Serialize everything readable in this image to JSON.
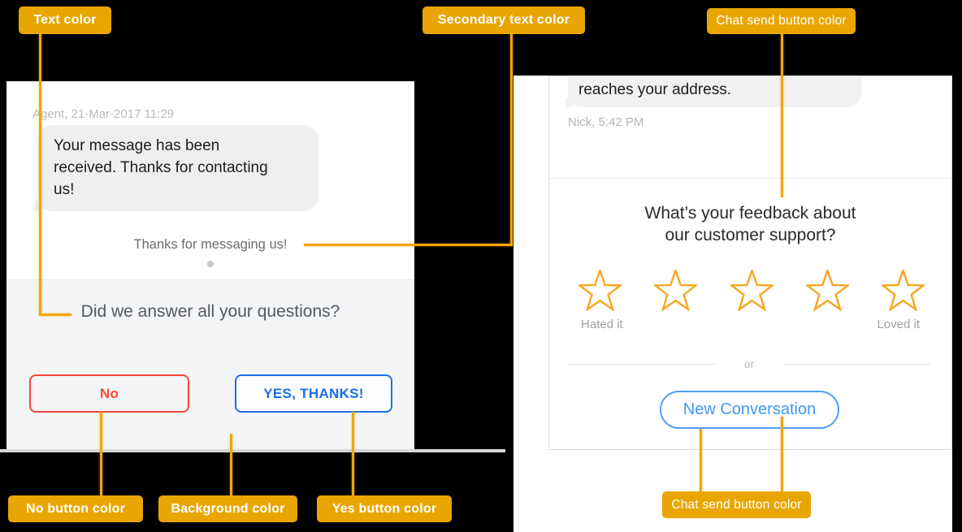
{
  "annotations": {
    "text_color_label": "Text color",
    "secondary_text_color_label": "Secondary text color",
    "chat_send_top_label": "Chat send button color",
    "no_button_label": "No button color",
    "background_label": "Background color",
    "yes_button_label": "Yes button color",
    "chat_send_bottom_label": "Chat send button color",
    "label_bg_color": "#E9A602",
    "line_color": "#F2A50C"
  },
  "left_chat": {
    "timestamp": "Agent, 21-Mar-2017 11:29",
    "agent_message": "Your message has been\nreceived. Thanks for contacting\nus!",
    "secondary_text": "Thanks for messaging us!",
    "question": "Did we answer all your questions?",
    "no_button": "No",
    "yes_button": "YES, THANKS!",
    "no_button_color": "#F4473A",
    "yes_button_color": "#1A6FE8",
    "background_color": "#F4F5F6",
    "bubble_color": "#EFEFEF"
  },
  "right_chat": {
    "bubble_message": "reaches your address.",
    "timestamp": "Nick, 5:42 PM",
    "feedback_question": "What’s your feedback about\nour customer support?",
    "stars_count": 5,
    "rating_min_label": "Hated it",
    "rating_max_label": "Loved it",
    "or_divider": "or",
    "new_conversation_button": "New Conversation",
    "star_color": "#F6A723",
    "send_button_color": "#3D98F8"
  }
}
